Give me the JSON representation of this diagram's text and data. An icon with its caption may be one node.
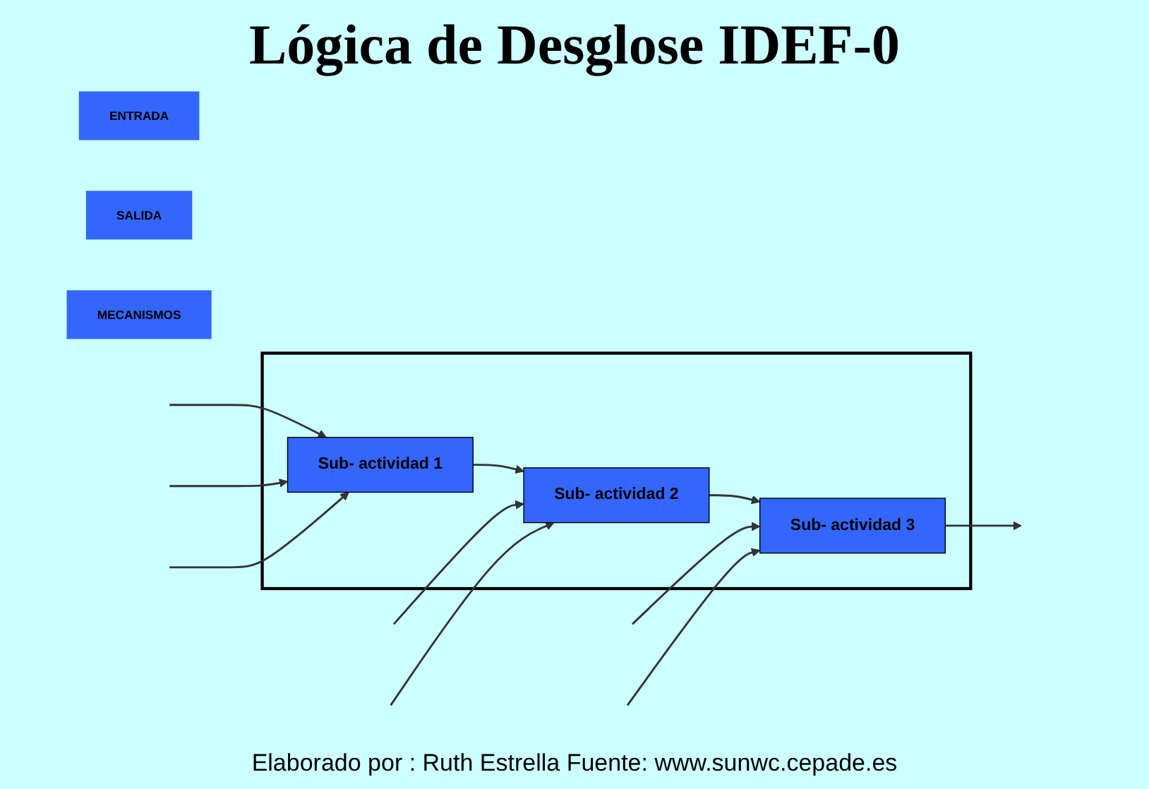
{
  "diagram": {
    "title": "Lógica de Desglose IDEF-0",
    "caption": "Elaborado por : Ruth Estrella Fuente: www.sunwc.cepade.es",
    "nodes": [
      {
        "text": [],
        "shape": "box"
      },
      {
        "text": [
          "ENTRADA"
        ]
      },
      {
        "text": [
          "Sub- actividad 1"
        ],
        "in": 0
      },
      {
        "text": [
          "Sub- actividad 2"
        ],
        "in": 0
      },
      {
        "text": [
          "Sub- actividad 3"
        ],
        "in": 0
      },
      {
        "text": [
          "SALIDA"
        ]
      },
      {
        "text": [
          "MECANISMOS"
        ]
      }
    ],
    "edges": [
      {
        "from": null,
        "to": 2,
        "arrow": "to"
      },
      {
        "from": 2,
        "to": 3,
        "arrow": "to"
      },
      {
        "from": 3,
        "to": 4,
        "arrow": "to"
      },
      {
        "from": 4,
        "to": null,
        "arrow": "to"
      },
      {
        "from": null,
        "to": 2,
        "arrow": "to"
      },
      {
        "from": null,
        "to": 3,
        "arrow": "to"
      },
      {
        "from": null,
        "to": 4,
        "arrow": "to"
      },
      {
        "from": null,
        "to": 2,
        "arrow": "to"
      },
      {
        "from": null,
        "to": 3,
        "arrow": "to"
      },
      {
        "from": null,
        "to": 4,
        "arrow": "to"
      }
    ]
  }
}
